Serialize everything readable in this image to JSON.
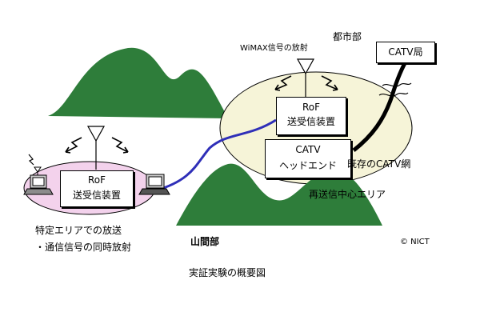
{
  "labels": {
    "wimax_emission": "WiMAX信号の放射",
    "urban_area": "都市部",
    "catv_station": "CATV局",
    "existing_catv_network": "既存のCATV網",
    "retransmission_center_area": "再送信中心エリア",
    "broadcast_line1": "特定エリアでの放送",
    "broadcast_line2": "・通信信号の同時放射",
    "mountain_area": "山間部",
    "copyright": "© NICT",
    "caption": "実証実験の概要図"
  },
  "rof_center": {
    "line1": "RoF",
    "line2": "送受信装置"
  },
  "catv_headend": {
    "line1": "CATV",
    "line2": "ヘッドエンド"
  },
  "rof_left": {
    "line1": "RoF",
    "line2": "送受信装置"
  },
  "colors": {
    "mountain": "#2e7d3a",
    "center_ellipse": "#f6f4d8",
    "left_ellipse": "#f3d2ec",
    "fiber": "#2f2fb8",
    "catv_cable": "#000000"
  },
  "icons": [
    "antenna-icon",
    "signal-bolt-icon",
    "laptop-icon",
    "cable-break-icon"
  ]
}
